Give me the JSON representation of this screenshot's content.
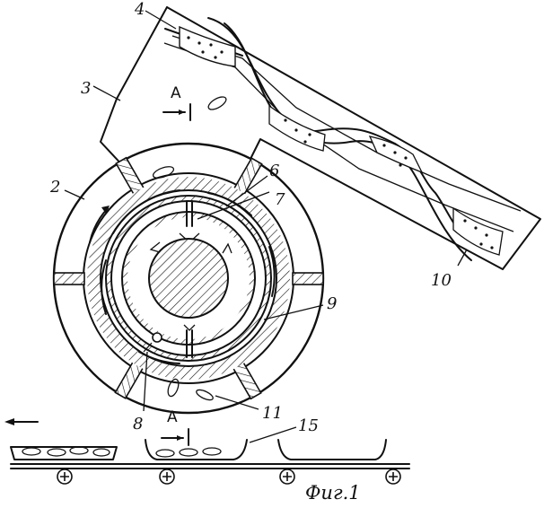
{
  "figure": {
    "caption": "Фиг.1",
    "section_mark": "A",
    "labels": {
      "hopper": "2",
      "chute": "3",
      "cover": "4",
      "ring": "6",
      "channel": "7",
      "valve": "8",
      "chamber": "9",
      "screw": "10",
      "product": "11",
      "tray": "15"
    }
  }
}
